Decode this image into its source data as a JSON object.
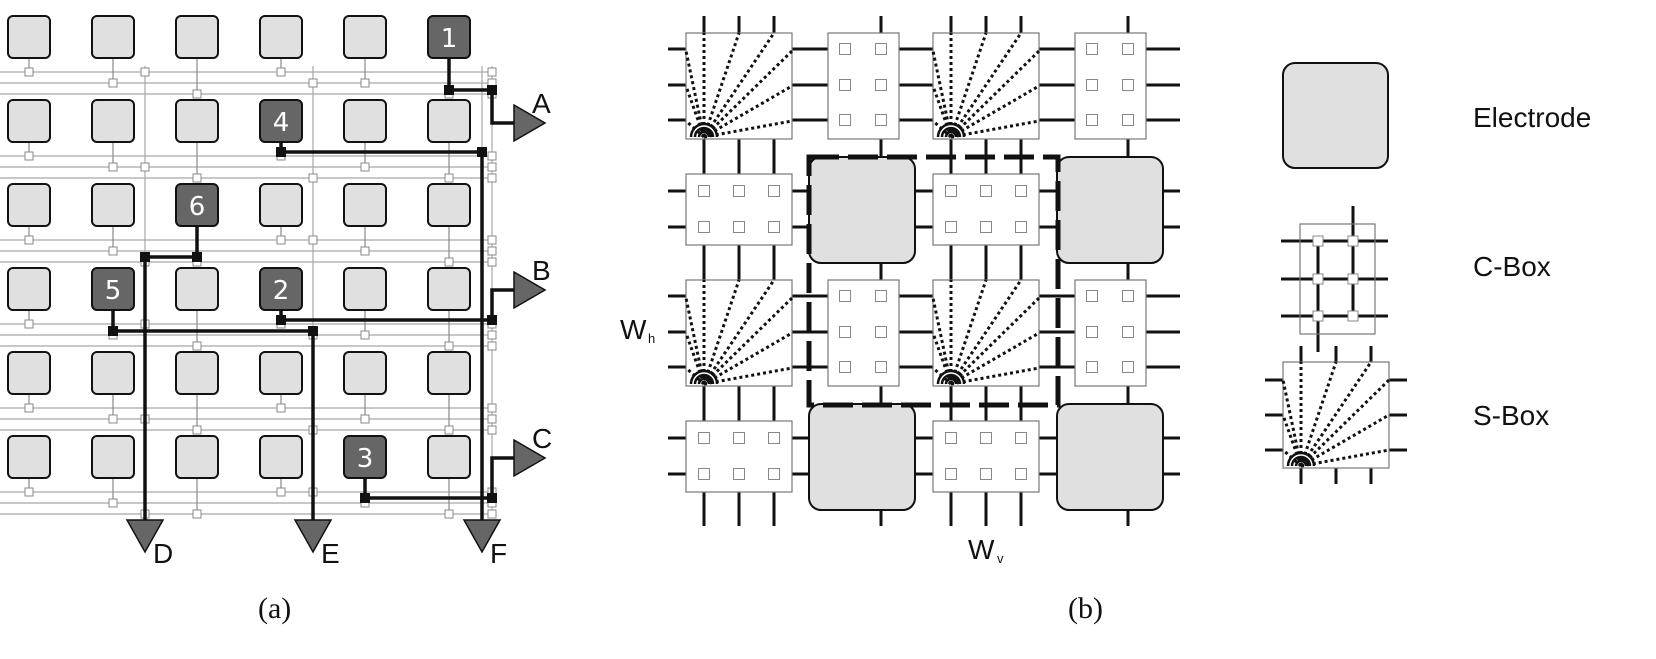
{
  "figure": {
    "panel_a": {
      "caption": "(a)",
      "grid": {
        "rows": 6,
        "cols": 6
      },
      "numbered_electrodes": [
        {
          "label": "1",
          "row": 0,
          "col": 5
        },
        {
          "label": "4",
          "row": 1,
          "col": 3
        },
        {
          "label": "6",
          "row": 2,
          "col": 2
        },
        {
          "label": "5",
          "row": 3,
          "col": 1
        },
        {
          "label": "2",
          "row": 3,
          "col": 3
        },
        {
          "label": "3",
          "row": 5,
          "col": 4
        }
      ],
      "outputs_right": [
        "A",
        "B",
        "C"
      ],
      "outputs_bottom": [
        "D",
        "E",
        "F"
      ]
    },
    "panel_b": {
      "caption": "(b)",
      "wh_label": "W",
      "wh_sub": "h",
      "wv_label": "W",
      "wv_sub": "v"
    },
    "legend": {
      "items": [
        {
          "symbol": "electrode",
          "label": "Electrode"
        },
        {
          "symbol": "c-box",
          "label": "C-Box"
        },
        {
          "symbol": "s-box",
          "label": "S-Box"
        }
      ]
    },
    "colors": {
      "electrode_fill": "#e0e0e0",
      "active_electrode_fill": "#666666",
      "wire": "#111111",
      "track": "#a8a8a8",
      "output_fill": "#666666"
    }
  }
}
